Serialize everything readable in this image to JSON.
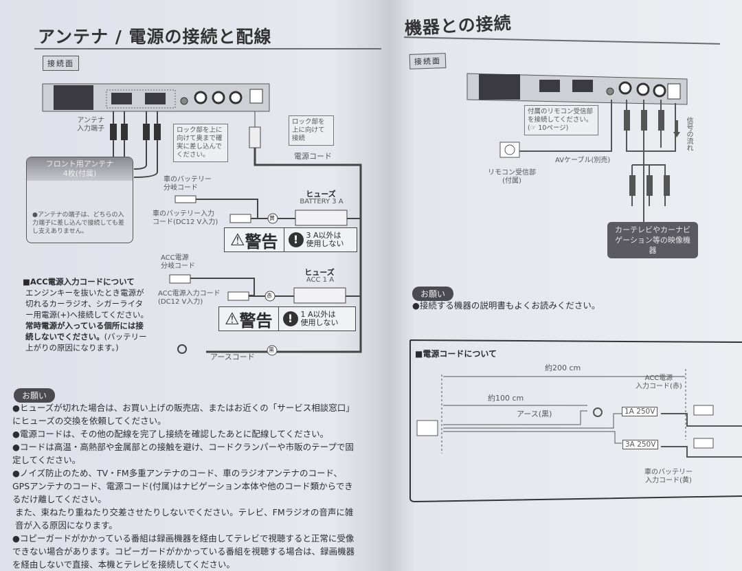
{
  "left_page": {
    "title": "アンテナ / 電源の接続と配線",
    "panel_tag": "接続面",
    "antenna_input_label": "アンテナ\n入力端子",
    "lock_callout_1": "ロック部を上に向けて奥まで確実に差し込んでください。",
    "lock_callout_2": "ロック部を上に向けて接続",
    "power_cord_label": "電源コード",
    "antenna_box": {
      "title": "フロント用アンテナ",
      "subtitle": "4枚(付属)",
      "note": "●アンテナの端子は、どちらの入力端子に差し込んで接続しても差し支えありません。"
    },
    "battery_branch_label": "車のバッテリー\n分岐コード",
    "battery_input_label": "車のバッテリー入力\nコード(DC12 V入力)",
    "fuse_battery_title": "ヒューズ",
    "fuse_battery_rating": "BATTERY 3 A",
    "yellow_mark": "黄",
    "warning_1": {
      "label": "警告",
      "text": "3 A以外は\n使用しない"
    },
    "acc_branch_label": "ACC電源\n分岐コード",
    "acc_input_label": "ACC電源入力コード\n(DC12 V入力)",
    "fuse_acc_title": "ヒューズ",
    "fuse_acc_rating": "ACC 1 A",
    "red_mark": "赤",
    "warning_2": {
      "label": "警告",
      "text": "1 A以外は\n使用しない"
    },
    "black_mark": "黒",
    "earth_label": "アースコード",
    "acc_section": {
      "heading": "■ACC電源入力コードについて",
      "body": "エンジンキーを抜いたとき電源が切れるカーラジオ、シガーライター用電源(+)へ接続してください。",
      "bold": "常時電源が入っている個所には接続しないでください。",
      "tail": "(バッテリー上がりの原因になります。)"
    },
    "request_label": "お願い",
    "bullets": [
      "●ヒューズが切れた場合は、お買い上げの販売店、またはお近くの「サービス相談窓口」にヒューズの交換を依頼してください。",
      "●電源コードは、その他の配線を完了し接続を確認したあとに配線してください。",
      "●コードは高温・高熱部や金属部との接触を避け、コードクランパーや市販のテープで固定してください。",
      "●ノイズ防止のため、TV・FM多重アンテナのコード、車のラジオアンテナのコード、GPSアンテナのコード、電源コード(付属)はナビゲーション本体や他のコード類からできるだけ離してください。",
      "また、束ねたり重ねたり交差させたりしないでください。テレビ、FMラジオの音声に雑音が入る原因になります。",
      "●コピーガードがかかっている番組は録画機器を経由してテレビで視聴すると正常に受像できない場合があります。コピーガードがかかっている番組を視聴する場合は、録画機器を経由しないで直接、本機とテレビを接続してください。"
    ]
  },
  "right_page": {
    "title": "機器との接続",
    "panel_tag": "接続面",
    "remote_callout": "付属のリモコン受信部を接続してください。\n(☞ 10ページ)",
    "remote_label": "リモコン受信部\n(付属)",
    "av_cable_label": "AVケーブル(別売)",
    "signal_flow_label": "信号の流れ",
    "device_box": "カーテレビやカーナビゲーション等の映像機器",
    "request_label": "お願い",
    "bullet": "●接続する機器の説明書もよくお読みください。",
    "power_cord_section": {
      "heading": "■電源コードについて",
      "length_total": "約200 cm",
      "length_earth": "約100 cm",
      "earth_label": "アース(黒)",
      "acc_label": "ACC電源\n入力コード(赤)",
      "fuse_1a": "1A 250V",
      "fuse_3a": "3A 250V",
      "battery_label": "車のバッテリー\n入力コード(黄)"
    }
  }
}
